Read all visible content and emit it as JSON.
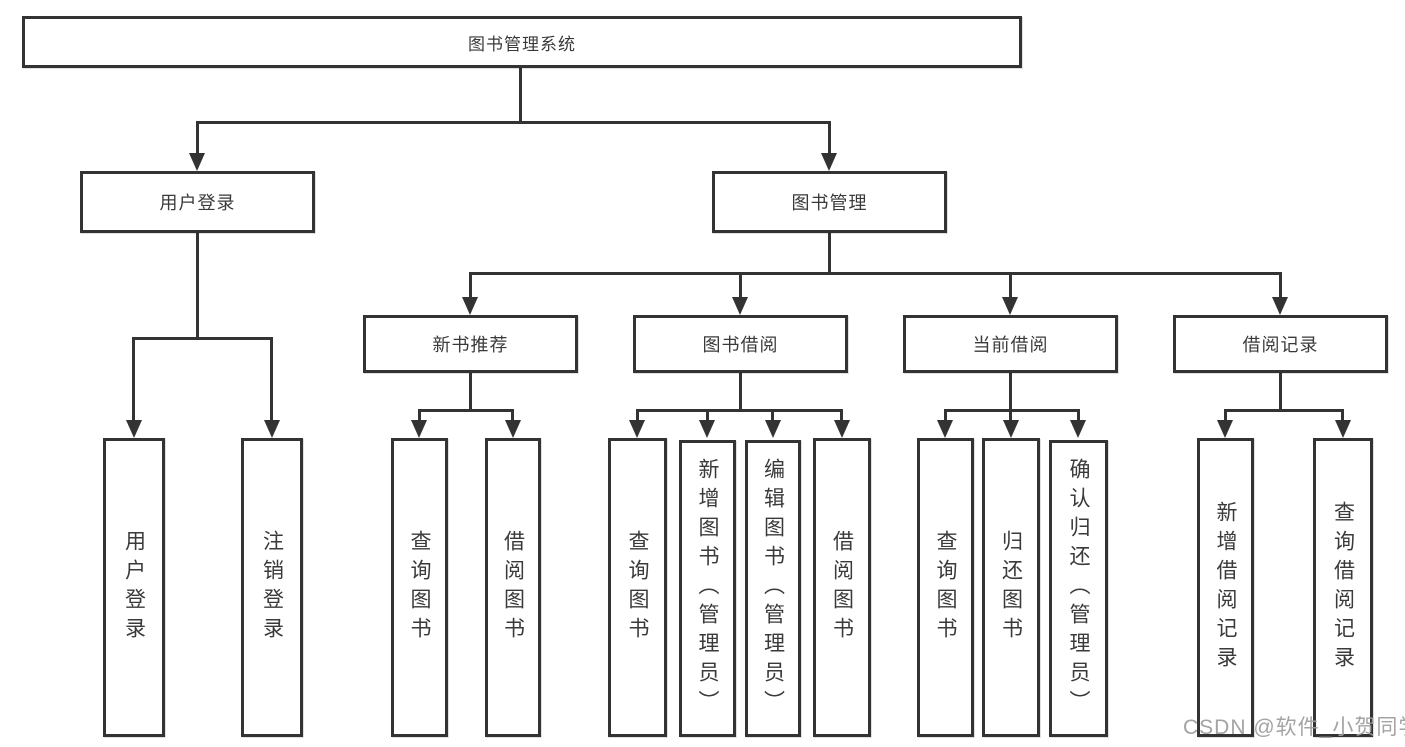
{
  "diagram": {
    "root": "图书管理系统",
    "level2": {
      "user_login": "用户登录",
      "book_management": "图书管理"
    },
    "level3": {
      "new_book_recommend": "新书推荐",
      "book_borrow": "图书借阅",
      "current_borrow": "当前借阅",
      "borrow_records": "借阅记录"
    },
    "leaves": {
      "user_login": "用户登录",
      "logout": "注销登录",
      "rec_query_book": "查询图书",
      "rec_borrow_book": "借阅图书",
      "bor_query_book": "查询图书",
      "bor_add_book": "新增图书（管理员）",
      "bor_edit_book": "编辑图书（管理员）",
      "bor_borrow_book": "借阅图书",
      "cur_query_book": "查询图书",
      "cur_return_book": "归还图书",
      "cur_confirm_return": "确认归还（管理员）",
      "rec_add_record": "新增借阅记录",
      "rec_query_record": "查询借阅记录"
    }
  },
  "watermark": "CSDN @软件_小贺同学",
  "colors": {
    "line": "#333333",
    "text": "#3a3a3a",
    "watermark": "#9e9e9e",
    "background": "#ffffff"
  }
}
